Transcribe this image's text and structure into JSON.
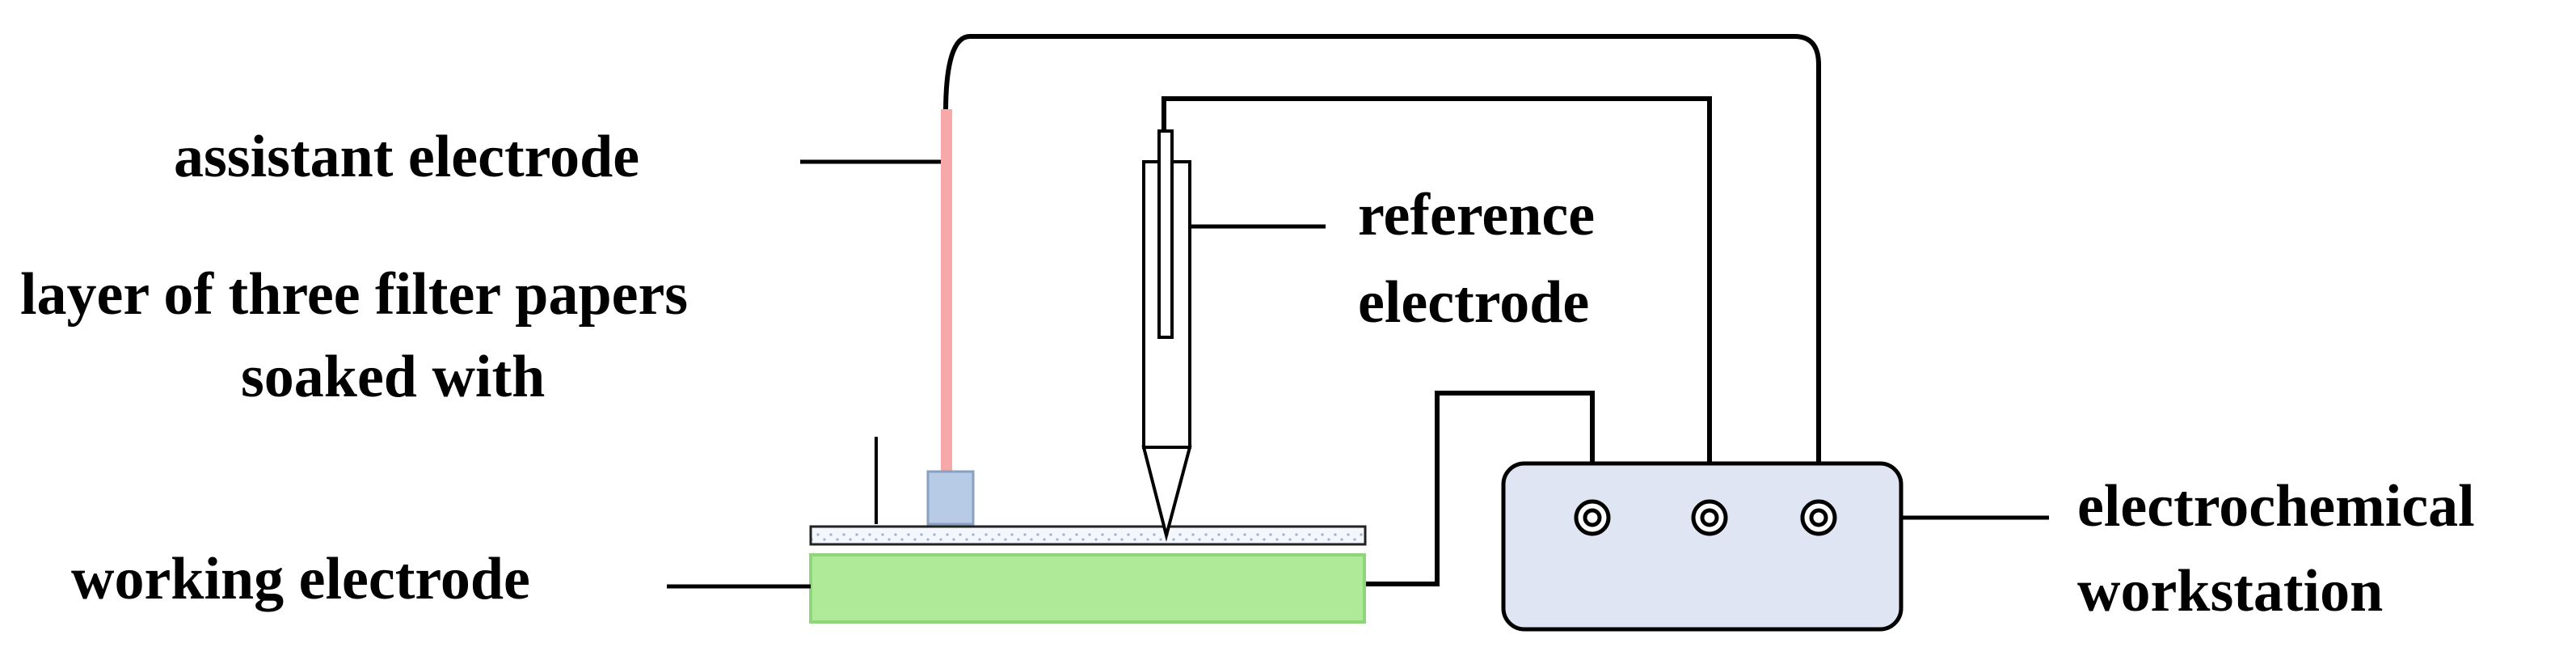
{
  "labels": {
    "assistant_electrode": "assistant electrode",
    "filter_papers_line1": "layer of three filter papers",
    "filter_papers_line2": "soaked with",
    "working_electrode": "working electrode",
    "reference_line1": "reference",
    "reference_line2": "electrode",
    "workstation_line1": "electrochemical",
    "workstation_line2": "workstation"
  },
  "colors": {
    "wire": "#000000",
    "assistant_rod": "#f7a8a8",
    "clip": "#b8cbe6",
    "clip_border": "#8aa0bf",
    "working_fill": "#aeea98",
    "working_border": "#8fd67a",
    "paper_fill": "#f3f6fb",
    "workstation_fill": "#dfe5f2",
    "workstation_border": "#000000"
  },
  "workstation_ports": 3
}
